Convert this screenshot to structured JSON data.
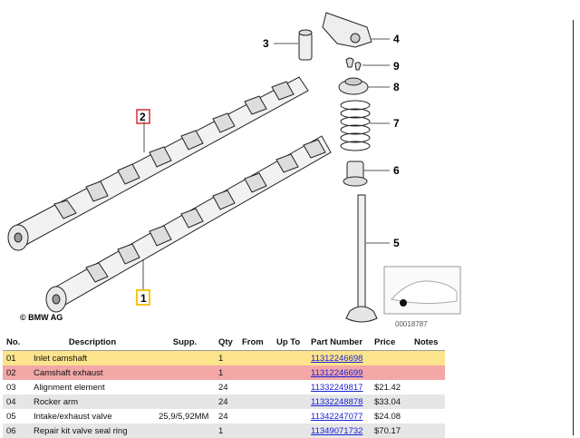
{
  "diagram": {
    "callouts": [
      {
        "num": "1",
        "style": "yellow-box"
      },
      {
        "num": "2",
        "style": "red-box"
      },
      {
        "num": "3"
      },
      {
        "num": "4"
      },
      {
        "num": "5"
      },
      {
        "num": "6"
      },
      {
        "num": "7"
      },
      {
        "num": "8"
      },
      {
        "num": "9"
      }
    ],
    "copyright": "© BMW AG",
    "thumbnail_id": "00018787",
    "colors": {
      "yellow": "#f5c518",
      "red": "#d0302f"
    }
  },
  "table": {
    "headers": [
      "No.",
      "Description",
      "Supp.",
      "Qty",
      "From",
      "Up To",
      "Part Number",
      "Price",
      "Notes"
    ],
    "rows": [
      {
        "no": "01",
        "description": "Inlet camshaft",
        "supp": "",
        "qty": "1",
        "from": "",
        "upto": "",
        "part": "11312246698",
        "price": "",
        "notes": "",
        "highlight": "yellow"
      },
      {
        "no": "02",
        "description": "Camshaft exhaust",
        "supp": "",
        "qty": "1",
        "from": "",
        "upto": "",
        "part": "11312246699",
        "price": "",
        "notes": "",
        "highlight": "red"
      },
      {
        "no": "03",
        "description": "Alignment element",
        "supp": "",
        "qty": "24",
        "from": "",
        "upto": "",
        "part": "11332249817",
        "price": "$21.42",
        "notes": ""
      },
      {
        "no": "04",
        "description": "Rocker arm",
        "supp": "",
        "qty": "24",
        "from": "",
        "upto": "",
        "part": "11332248878",
        "price": "$33.04",
        "notes": ""
      },
      {
        "no": "05",
        "description": "Intake/exhaust valve",
        "supp": "25,9/5,92MM",
        "qty": "24",
        "from": "",
        "upto": "",
        "part": "11342247077",
        "price": "$24.08",
        "notes": ""
      },
      {
        "no": "06",
        "description": "Repair kit valve seal ring",
        "supp": "",
        "qty": "1",
        "from": "",
        "upto": "",
        "part": "11349071732",
        "price": "$70.17",
        "notes": ""
      }
    ]
  }
}
